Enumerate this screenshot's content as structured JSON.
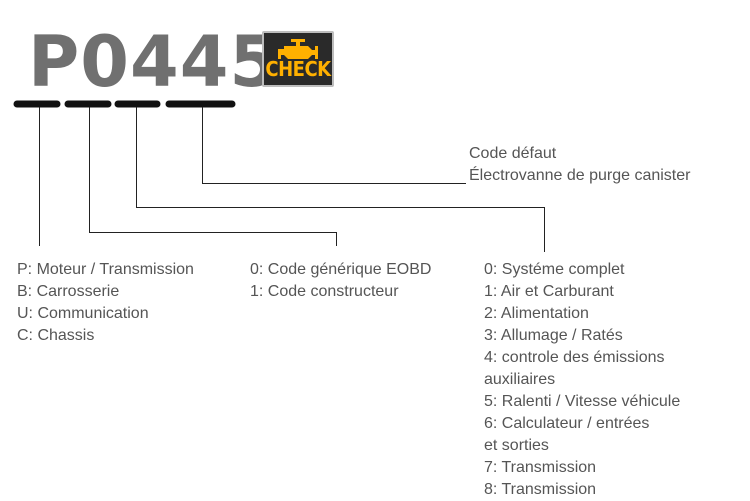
{
  "code": "P0445",
  "badge": {
    "label": "CHECK",
    "icon": "engine-check-icon",
    "color": "#ffb000",
    "background": "#2a2a2a"
  },
  "fault": {
    "line1": "Code défaut",
    "line2": "Électrovanne de purge canister"
  },
  "position1": {
    "items": [
      "P: Moteur / Transmission",
      "B: Carrosserie",
      "U: Communication",
      "C: Chassis"
    ]
  },
  "position2": {
    "items": [
      "0: Code générique EOBD",
      "1: Code constructeur"
    ]
  },
  "position3": {
    "items": [
      "0: Systéme complet",
      "1: Air et Carburant",
      "2: Alimentation",
      "3: Allumage / Ratés",
      "4: controle des émissions",
      "auxiliaires",
      "5: Ralenti / Vitesse véhicule",
      "6: Calculateur / entrées",
      "et sorties",
      "7: Transmission",
      "8: Transmission"
    ]
  },
  "colors": {
    "code": "#707070",
    "line": "#222222",
    "text": "#555555"
  }
}
